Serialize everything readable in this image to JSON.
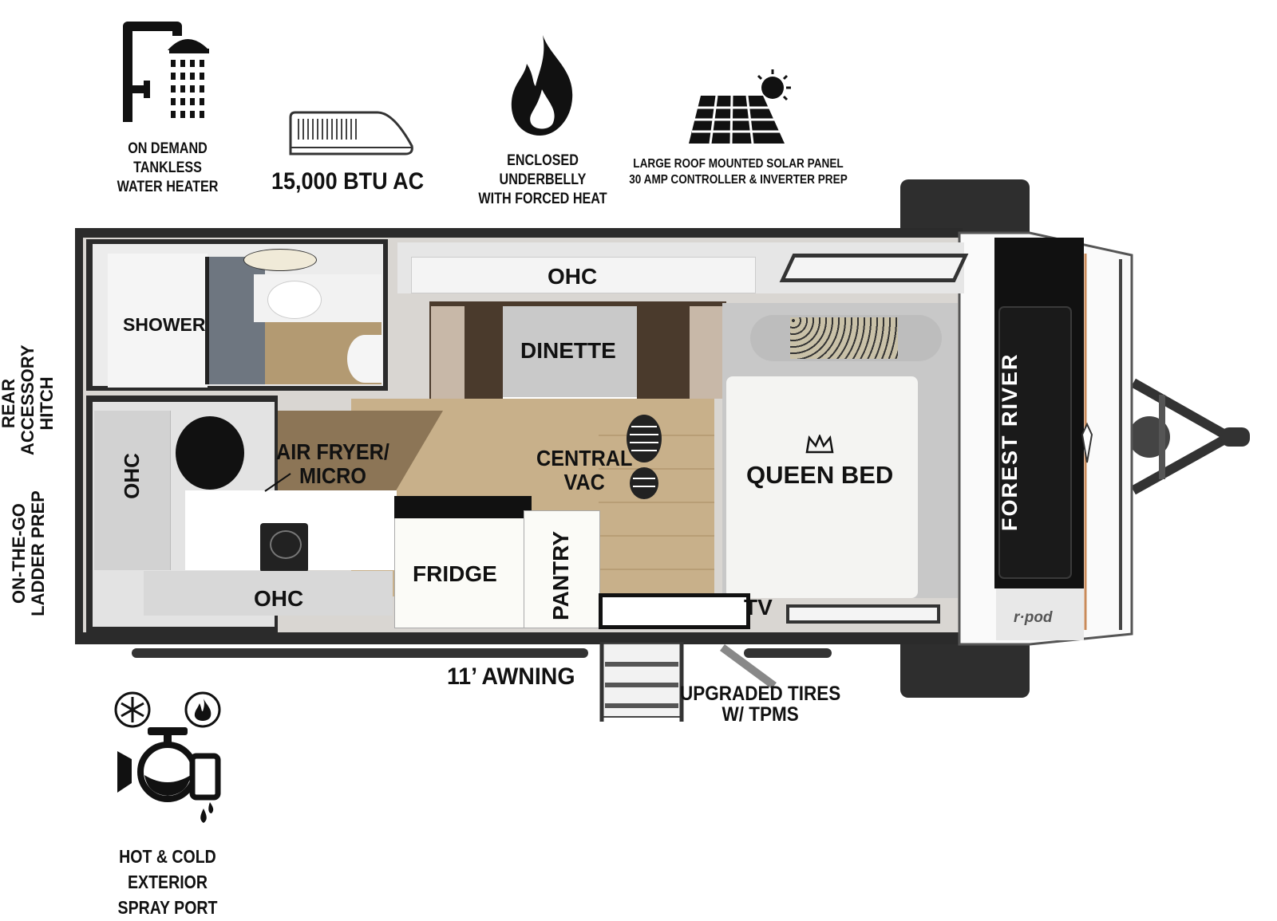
{
  "features": {
    "water_heater": "ON DEMAND\nTANKLESS\nWATER HEATER",
    "ac": "15,000 BTU AC",
    "underbelly": "ENCLOSED UNDERBELLY\nWITH FORCED HEAT",
    "solar": "LARGE ROOF MOUNTED SOLAR PANEL\n30 AMP CONTROLLER & INVERTER PREP",
    "spray_port": "HOT & COLD EXTERIOR\nSPRAY PORT"
  },
  "side_labels": {
    "rear_hitch": "REAR\nACCESSORY\nHITCH",
    "ladder_prep": "ON-THE-GO\nLADDER PREP"
  },
  "rooms": {
    "shower": "SHOWER",
    "ohc_top": "OHC",
    "dinette": "DINETTE",
    "air_fryer": "AIR FRYER/\nMICRO",
    "central_vac": "CENTRAL\nVAC",
    "queen_bed": "QUEEN BED",
    "ohc_left": "OHC",
    "ohc_bottom": "OHC",
    "fridge": "FRIDGE",
    "pantry": "PANTRY",
    "tv": "TV"
  },
  "exterior": {
    "awning": "11’ AWNING",
    "tires": "UPGRADED TIRES\nW/ TPMS"
  },
  "brand": {
    "name": "FOREST RIVER",
    "model": "r·pod"
  },
  "colors": {
    "wall": "#2b2b2b",
    "floor_wood": "#c8b08a",
    "bed": "#f4f4f2",
    "cabinet": "#e6e6e6"
  }
}
